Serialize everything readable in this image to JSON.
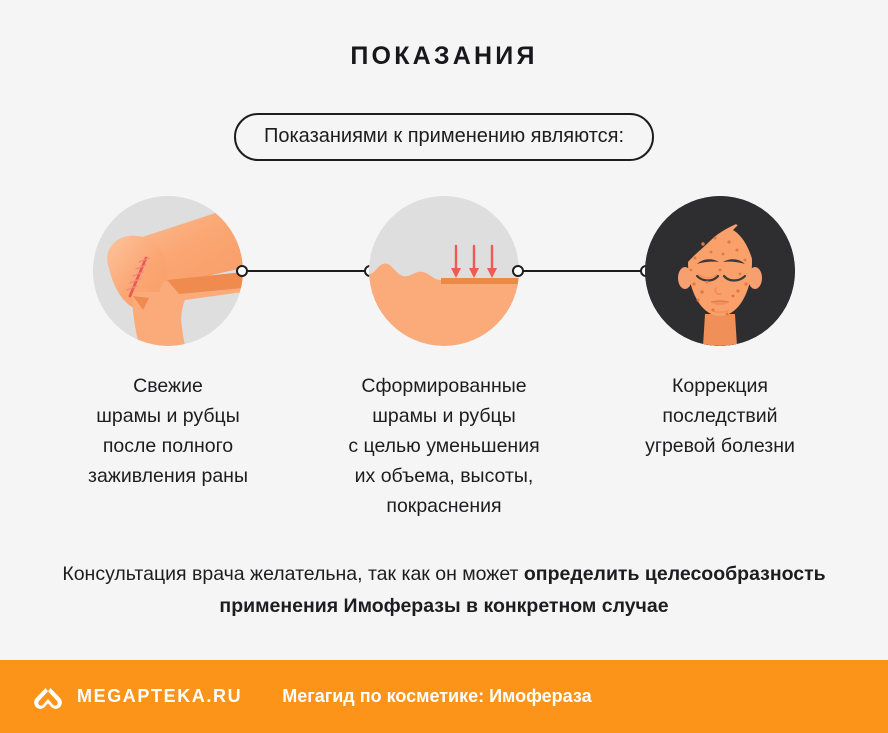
{
  "page": {
    "title": "ПОКАЗАНИЯ",
    "background_color": "#f5f5f5",
    "accent_color": "#fb9419"
  },
  "badge": {
    "label": "Показаниями к применению являются:"
  },
  "steps": [
    {
      "icon": "knee-with-fresh-scar-icon",
      "caption": "Свежие\nшрамы и рубцы\nпосле полного\nзаживления раны",
      "caption_lines": [
        "Свежие",
        "шрамы и рубцы",
        "после полного",
        "заживления раны"
      ]
    },
    {
      "icon": "scar-flattening-arrows-icon",
      "caption": "Сформированные\nшрамы и рубцы\nс целью уменьшения\nих объема, высоты,\nпокраснения",
      "caption_lines": [
        "Сформированные",
        "шрамы и рубцы",
        "с целью уменьшения",
        "их объема, высоты,",
        "покраснения"
      ]
    },
    {
      "icon": "face-with-acne-icon",
      "caption": "Коррекция\nпоследствий\nугревой болезни",
      "caption_lines": [
        "Коррекция",
        "последствий",
        "угревой болезни"
      ]
    }
  ],
  "footnote": {
    "regular_text": "Консультация врача желательна, так как он может ",
    "bold_text": "определить целесообразность применения Имоферазы в конкретном случае"
  },
  "footer": {
    "logo_icon": "megapteka-m-logo-icon",
    "brand": "MEGAPTEKA.RU",
    "tagline": "Мегагид по косметике: Имофераза"
  }
}
